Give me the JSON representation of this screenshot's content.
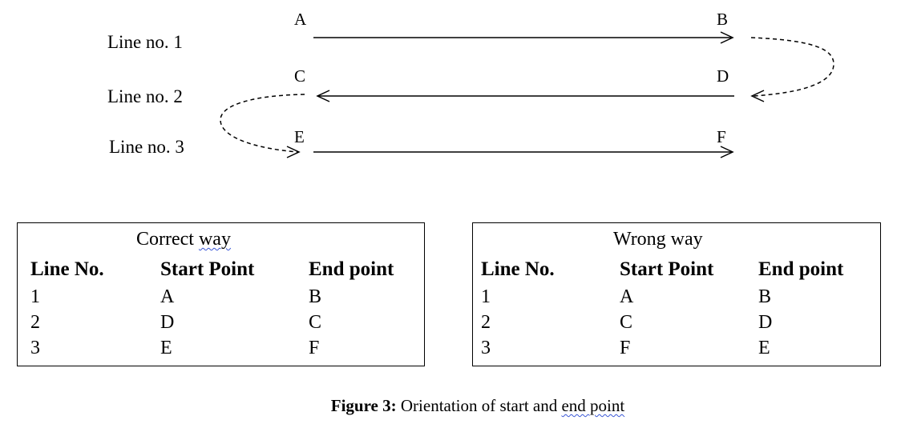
{
  "diagram": {
    "lines": [
      {
        "label": "Line no. 1",
        "start": "A",
        "end": "B"
      },
      {
        "label": "Line no. 2",
        "start": "C",
        "end": "D"
      },
      {
        "label": "Line no. 3",
        "start": "E",
        "end": "F"
      }
    ]
  },
  "correct_table": {
    "title_text": "Correct ",
    "title_underlined": "way",
    "headers": [
      "Line No.",
      "Start Point",
      "End point"
    ],
    "rows": [
      [
        "1",
        "A",
        "B"
      ],
      [
        "2",
        "D",
        "C"
      ],
      [
        "3",
        "E",
        "F"
      ]
    ]
  },
  "wrong_table": {
    "title": "Wrong way",
    "headers": [
      "Line No.",
      "Start Point",
      "End point"
    ],
    "rows": [
      [
        "1",
        "A",
        "B"
      ],
      [
        "2",
        "C",
        "D"
      ],
      [
        "3",
        "F",
        "E"
      ]
    ]
  },
  "caption": {
    "bold": "Figure 3:",
    "text": " Orientation of start and ",
    "underlined": "end point"
  },
  "colors": {
    "ink": "#000000",
    "spellcheck_underline": "#3a57d6"
  }
}
